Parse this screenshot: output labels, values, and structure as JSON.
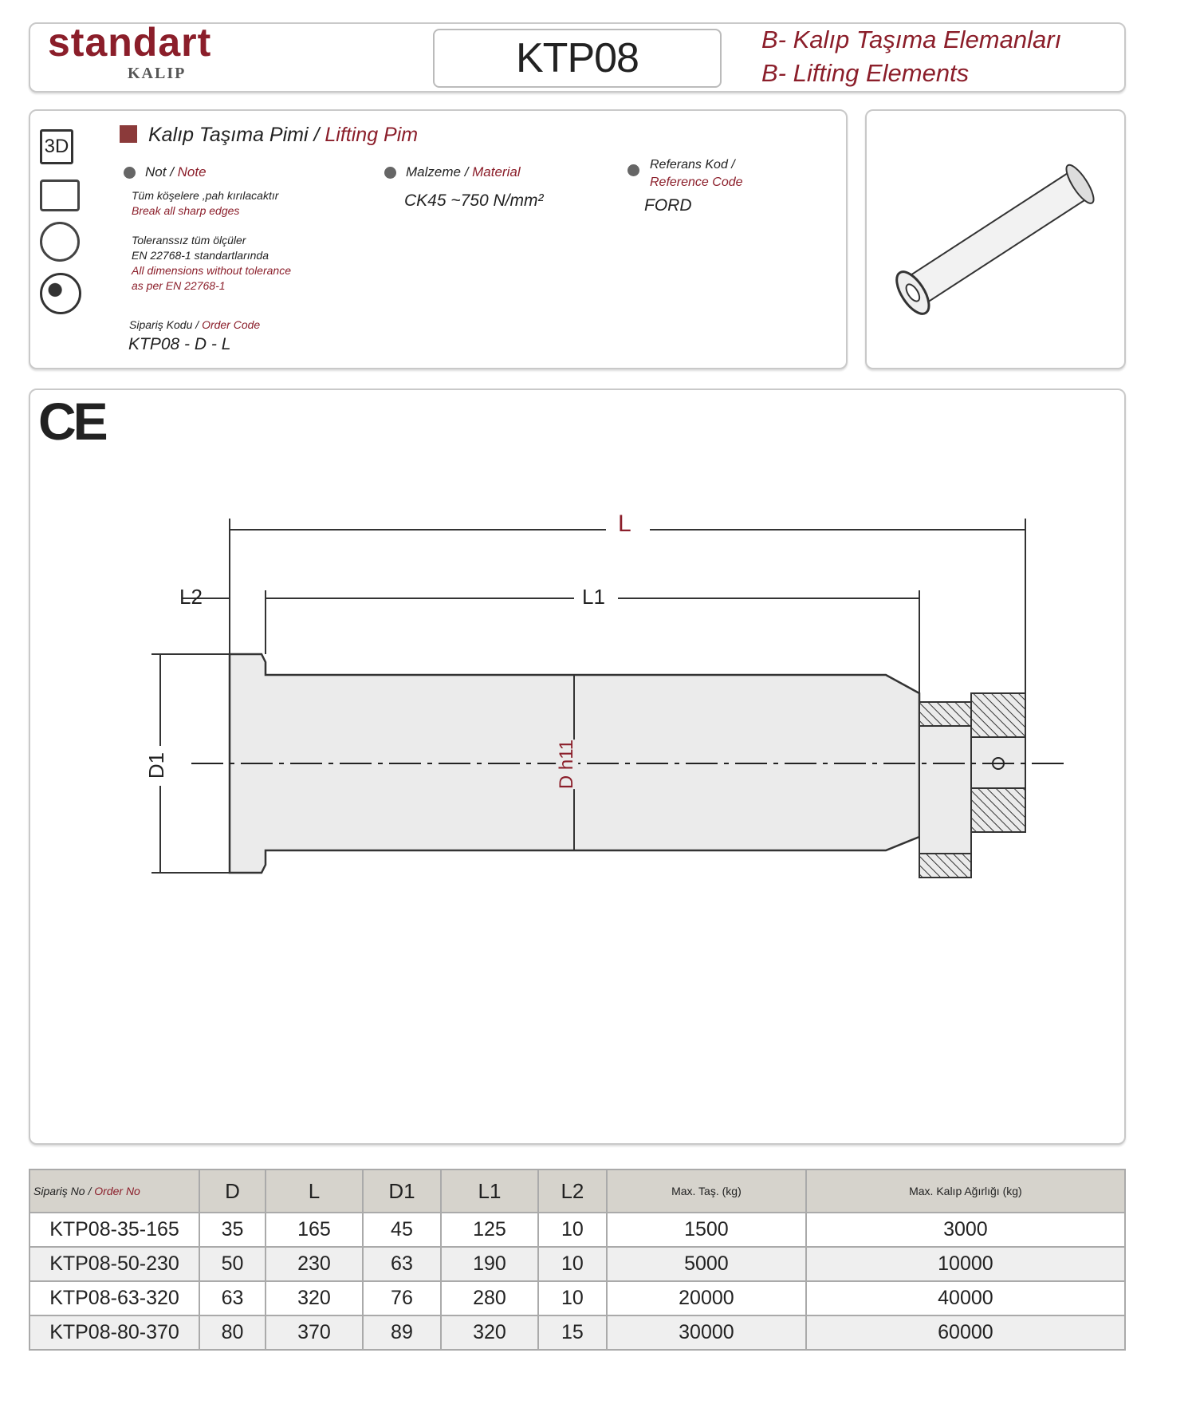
{
  "header": {
    "logo_text": "standart",
    "logo_sub": "KALIP",
    "product_code": "KTP08",
    "category_tr": "B- Kalıp Taşıma Elemanları",
    "category_en": "B- Lifting Elements"
  },
  "info": {
    "title_tr": "Kalıp Taşıma Pimi",
    "title_sep": " / ",
    "title_en": "Lifting Pim",
    "note_label_tr": "Not",
    "note_label_en": "Note",
    "note1_tr": "Tüm köşelere ,pah kırılacaktır",
    "note1_en": "Break all sharp edges",
    "note2_tr1": "Toleranssız tüm ölçüler",
    "note2_tr2": "EN 22768-1 standartlarında",
    "note2_en1": "All dimensions without tolerance",
    "note2_en2": "as per EN 22768-1",
    "material_label_tr": "Malzeme",
    "material_label_en": "Material",
    "material_value": "CK45 ~750 N/mm²",
    "ref_label_tr": "Referans Kod /",
    "ref_label_en": "Reference Code",
    "ref_value": "FORD",
    "order_code_label_tr": "Sipariş Kodu",
    "order_code_label_en": "Order Code",
    "order_code_value": "KTP08 - D - L"
  },
  "side_icons": [
    "3d-icon",
    "cad-icon",
    "machining-icon",
    "globe-icon"
  ],
  "drawing": {
    "ce_mark": "CE",
    "dim_L": "L",
    "dim_L1": "L1",
    "dim_L2": "L2",
    "dim_D1": "D1",
    "dim_D": "D h11"
  },
  "table": {
    "headers": {
      "order_tr": "Sipariş No",
      "order_en": "Order No",
      "D": "D",
      "L": "L",
      "D1": "D1",
      "L1": "L1",
      "L2": "L2",
      "max_tas": "Max. Taş. (kg)",
      "max_kalip": "Max. Kalıp Ağırlığı (kg)"
    },
    "rows": [
      [
        "KTP08-35-165",
        "35",
        "165",
        "45",
        "125",
        "10",
        "1500",
        "3000"
      ],
      [
        "KTP08-50-230",
        "50",
        "230",
        "63",
        "190",
        "10",
        "5000",
        "10000"
      ],
      [
        "KTP08-63-320",
        "63",
        "320",
        "76",
        "280",
        "10",
        "20000",
        "40000"
      ],
      [
        "KTP08-80-370",
        "80",
        "370",
        "89",
        "320",
        "15",
        "30000",
        "60000"
      ]
    ]
  },
  "colors": {
    "accent": "#8b1e2a",
    "header_bg": "#d6d3cc"
  }
}
